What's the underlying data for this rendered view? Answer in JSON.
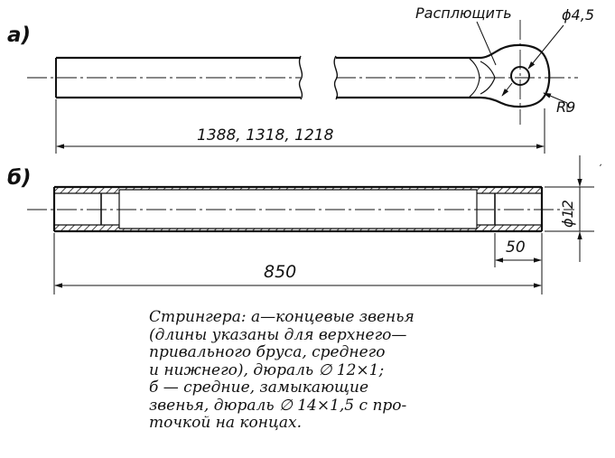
{
  "labels": {
    "part_a": "а)",
    "part_b": "б)",
    "flatten": "Расплющить",
    "hole_dia": "ϕ4,5",
    "radius": "R9",
    "length_a": "1388, 1318, 1218",
    "outer_dia": "ϕ12",
    "bore_len": "50",
    "length_b": "850"
  },
  "caption": [
    "Стрингера: а—концевые звенья",
    "(длины указаны для верхнего—",
    "привального бруса, среднего",
    "и нижнего), дюраль ∅ 12×1;",
    "б — средние, замыкающие",
    "звенья, дюраль ∅ 14×1,5 с про-",
    "точкой на концах."
  ]
}
